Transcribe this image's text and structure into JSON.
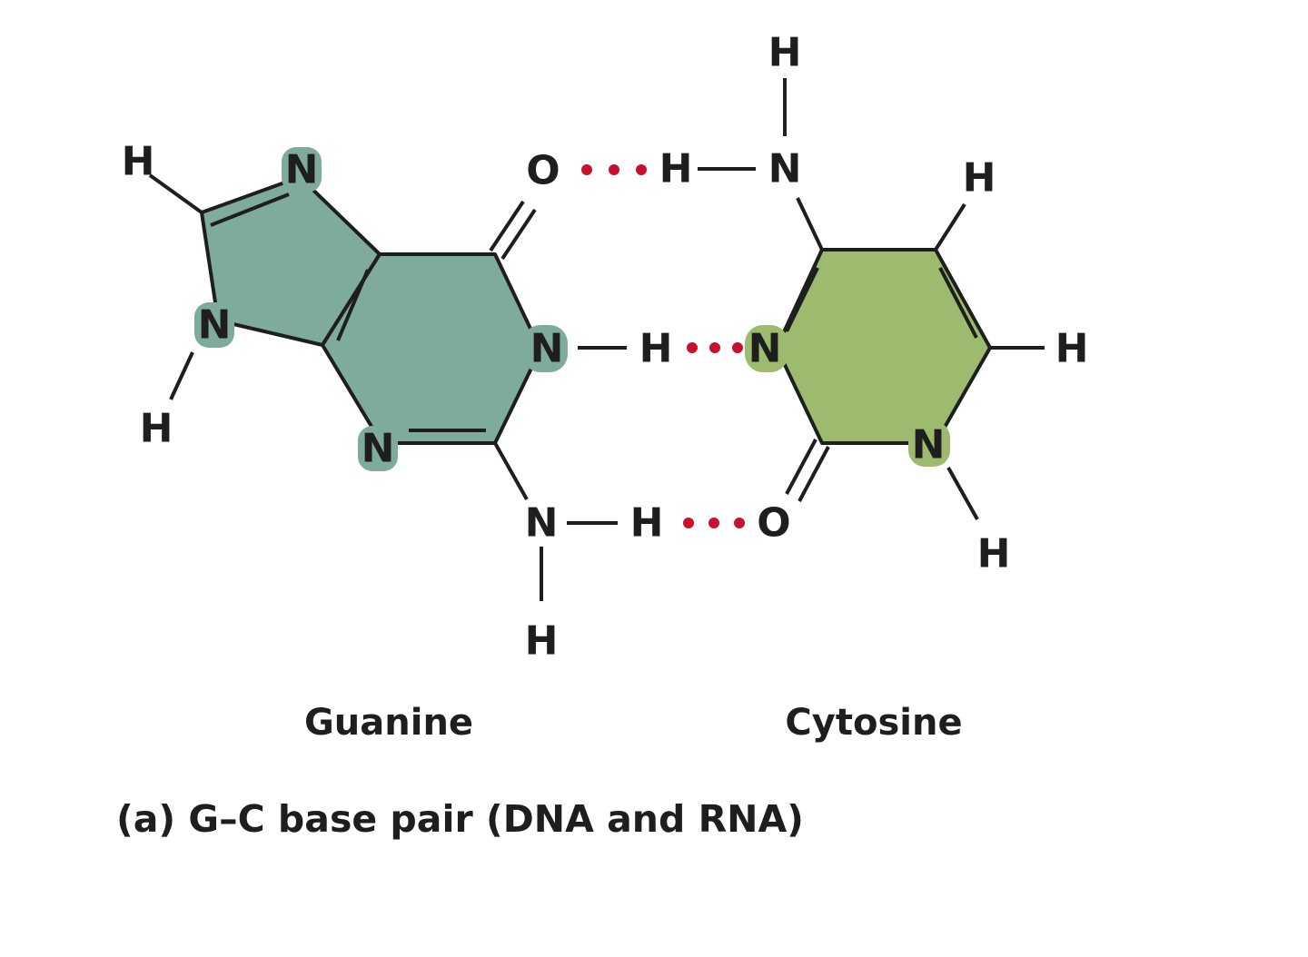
{
  "colors": {
    "guanine_fill": "#7fab9d",
    "cytosine_fill": "#9dba6f",
    "hydrogen_bond_dots": "#c8102e",
    "ink": "#1e1e1e"
  },
  "hydrogen_bonds": [
    {
      "from": "guanine O",
      "to": "cytosine amine H",
      "dots": 3
    },
    {
      "from": "guanine N-H",
      "to": "cytosine ring N",
      "dots": 3
    },
    {
      "from": "guanine amine H",
      "to": "cytosine O",
      "dots": 3
    }
  ],
  "guanine": {
    "label": "Guanine",
    "atoms": {
      "h_c8": "H",
      "n7": "N",
      "n9": "N",
      "h_n9": "H",
      "n3": "N",
      "n1": "N",
      "h_n1": "H",
      "o6": "O",
      "n_amine": "N",
      "h_amine_bond": "H",
      "h_amine_down": "H"
    }
  },
  "cytosine": {
    "label": "Cytosine",
    "atoms": {
      "h_amine_top": "H",
      "h_amine_bond": "H",
      "n_amine": "N",
      "h_c5": "H",
      "n3": "N",
      "h_c6": "H",
      "n1": "N",
      "h_n1": "H",
      "o2": "O"
    }
  },
  "caption": "(a) G–C base pair (DNA and RNA)"
}
